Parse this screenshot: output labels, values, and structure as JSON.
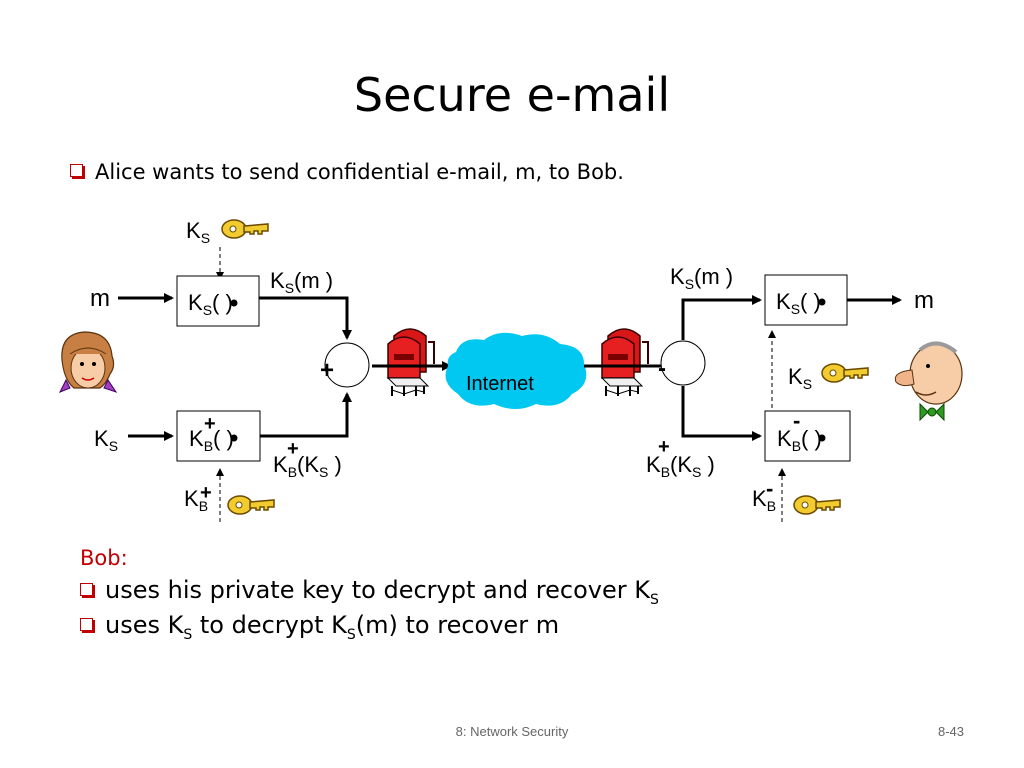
{
  "slide": {
    "title": "Secure e-mail",
    "bullet": "Alice wants to send confidential e-mail, m, to Bob.",
    "bob_heading": "Bob:",
    "bob_points": [
      {
        "before": "uses his private key to decrypt and recover K",
        "sub": "S",
        "after": ""
      },
      {
        "before": "uses K",
        "sub": "S",
        "middle": " to decrypt K",
        "sub2": "S",
        "after": "(m) to recover m"
      }
    ],
    "footer_center": "8: Network Security",
    "footer_right": "8-43"
  },
  "diagram": {
    "left": {
      "ks_key_label": {
        "main": "K",
        "sub": "S"
      },
      "m_label": "m",
      "ks_box": {
        "main": "K",
        "sub": "S",
        "rest": "( )"
      },
      "ksm_label": {
        "main": "K",
        "sub": "S",
        "rest": "(m )"
      },
      "ks_in_label": {
        "main": "K",
        "sub": "S"
      },
      "kb_box": {
        "sup": "+",
        "main": "K",
        "sub": "B",
        "rest": "( )"
      },
      "kbks_label": {
        "sup": "+",
        "main": "K",
        "sub": "B",
        "rest": "(K",
        "sub2": "S",
        "end": " )"
      },
      "kb_key_label": {
        "sup": "+",
        "main": "K",
        "sub": "B"
      },
      "plus_label": "+"
    },
    "internet_label": "Internet",
    "right": {
      "ksm_label": {
        "main": "K",
        "sub": "S",
        "rest": "(m )"
      },
      "ks_box": {
        "main": "K",
        "sub": "S",
        "rest": "( )"
      },
      "m_label": "m",
      "ks_label": {
        "main": "K",
        "sub": "S"
      },
      "kb_box": {
        "sup": "-",
        "main": "K",
        "sub": "B",
        "rest": "( )"
      },
      "kbks_label": {
        "sup": "+",
        "main": "K",
        "sub": "B",
        "rest": "(K",
        "sub2": "S",
        "end": " )"
      },
      "kb_key_label": {
        "sup": "-",
        "main": "K",
        "sub": "B"
      },
      "minus_label": "-"
    },
    "colors": {
      "key_gold": "#f2cc2e",
      "cloud_cyan": "#00c8f0",
      "mailbox_red": "#d81818"
    }
  }
}
